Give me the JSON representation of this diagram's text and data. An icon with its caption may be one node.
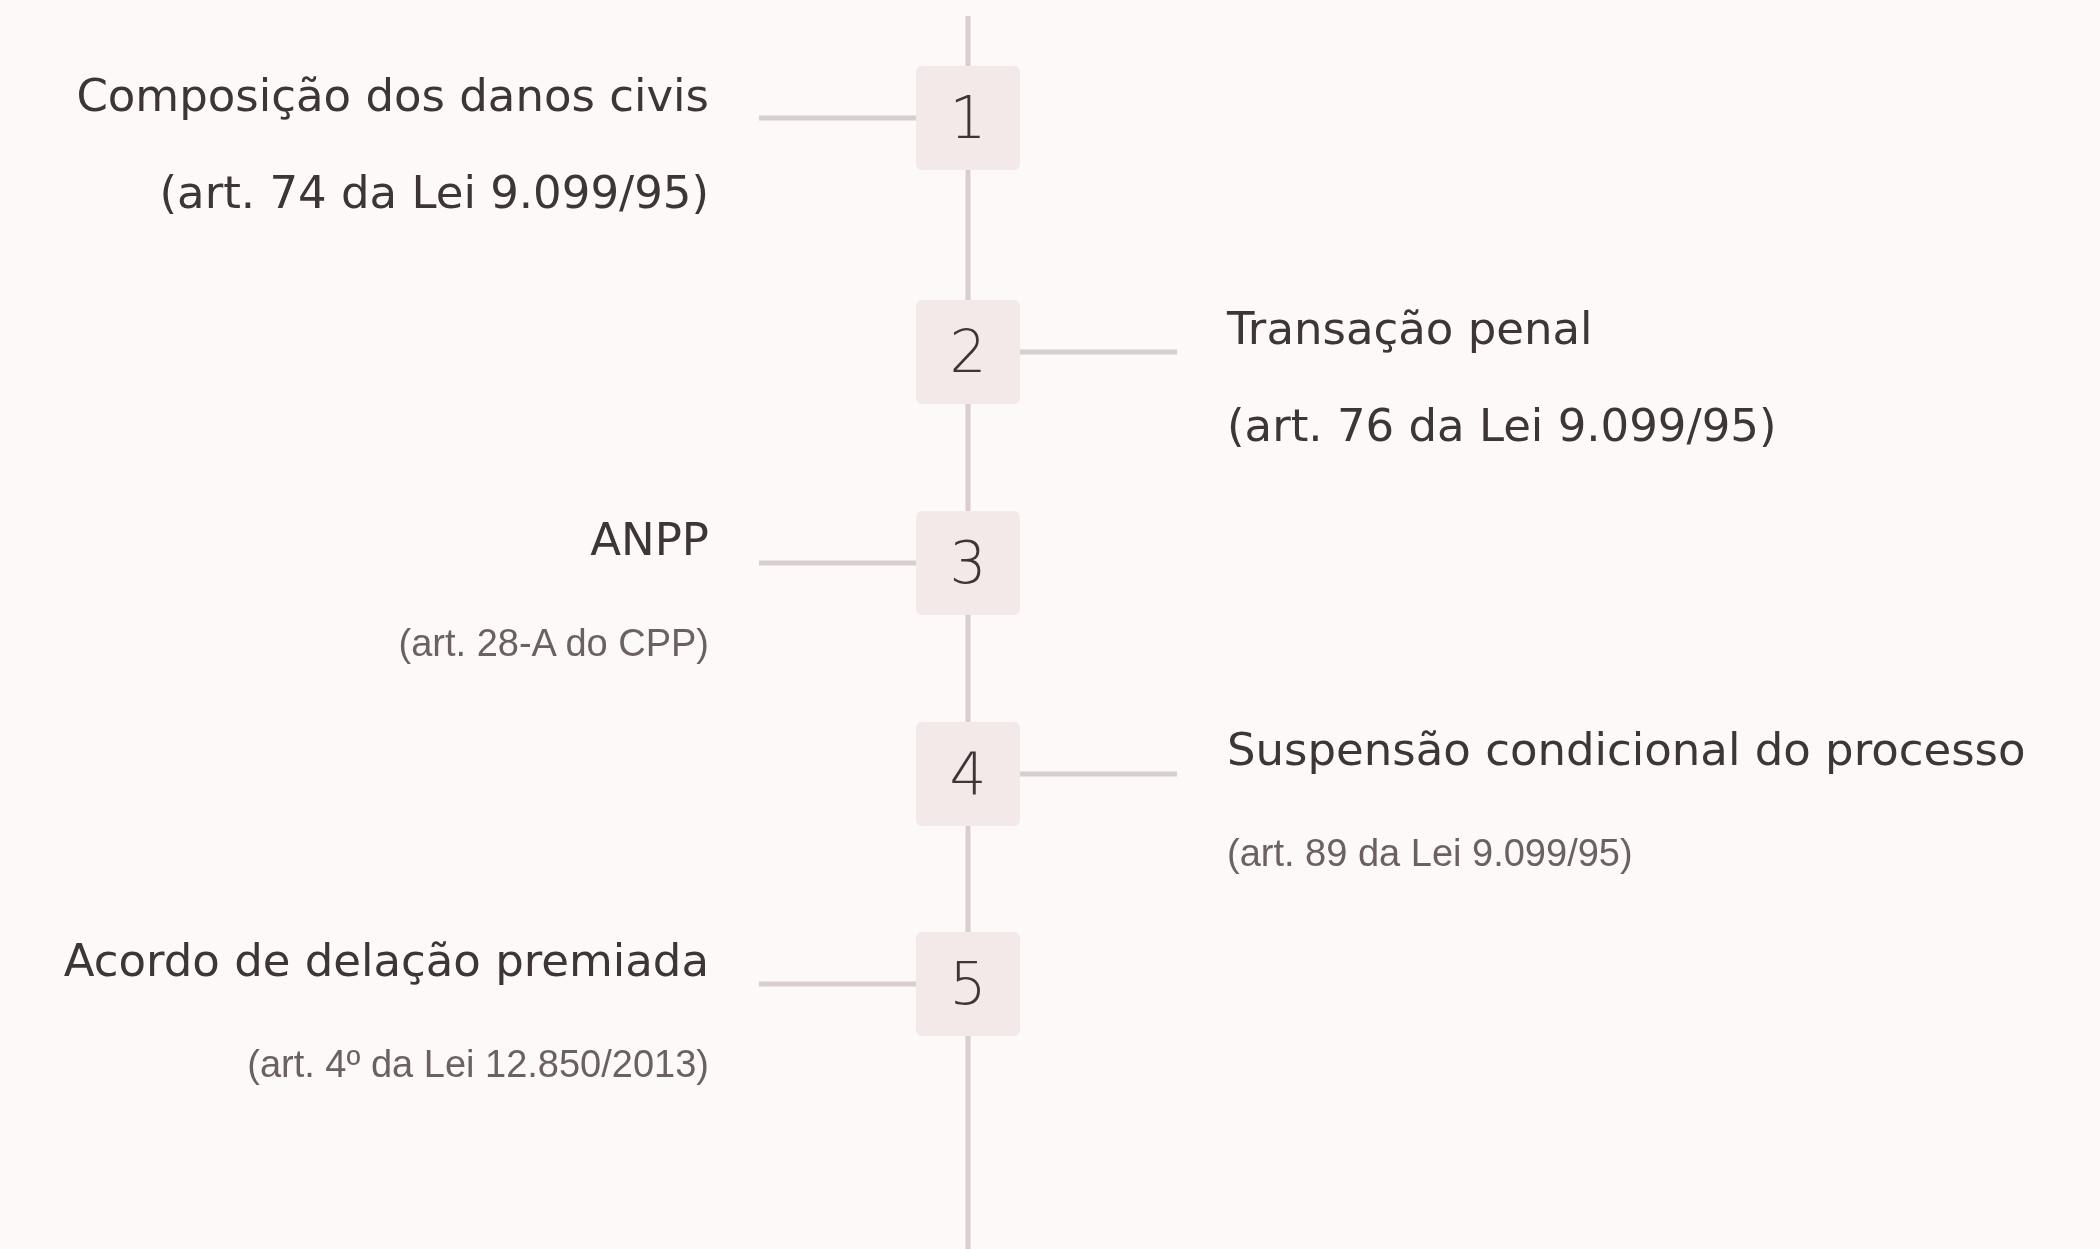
{
  "diagram": {
    "nodes": [
      {
        "text": [
          "Composição dos danos civis",
          "(art. 74 da Lei 9.099/95)"
        ]
      },
      {
        "text": [
          "1"
        ]
      },
      {
        "text": [
          "2"
        ]
      },
      {
        "text": [
          "Transação penal",
          "(art. 76 da Lei 9.099/95)"
        ]
      },
      {
        "text": [
          "ANPP",
          "(art. 28-A do CPP)"
        ]
      },
      {
        "text": [
          "3"
        ]
      },
      {
        "text": [
          "4"
        ]
      },
      {
        "text": [
          "Suspensão condicional do processo",
          "(art. 89 da Lei 9.099/95)"
        ]
      },
      {
        "text": [
          "Acordo de delação premiada",
          "(art. 4º da Lei 12.850/2013)"
        ]
      },
      {
        "text": [
          "5"
        ]
      }
    ],
    "edges": [
      {
        "from": 0,
        "to": 1,
        "arrow": "none"
      },
      {
        "from": 2,
        "to": 3,
        "arrow": "none"
      },
      {
        "from": 4,
        "to": 5,
        "arrow": "none"
      },
      {
        "from": 6,
        "to": 7,
        "arrow": "none"
      },
      {
        "from": 8,
        "to": 9,
        "arrow": "none"
      },
      {
        "from": 1,
        "to": 2,
        "arrow": "none"
      },
      {
        "from": 2,
        "to": 5,
        "arrow": "none"
      },
      {
        "from": 5,
        "to": 6,
        "arrow": "none"
      },
      {
        "from": 6,
        "to": 9,
        "arrow": "none"
      }
    ]
  }
}
